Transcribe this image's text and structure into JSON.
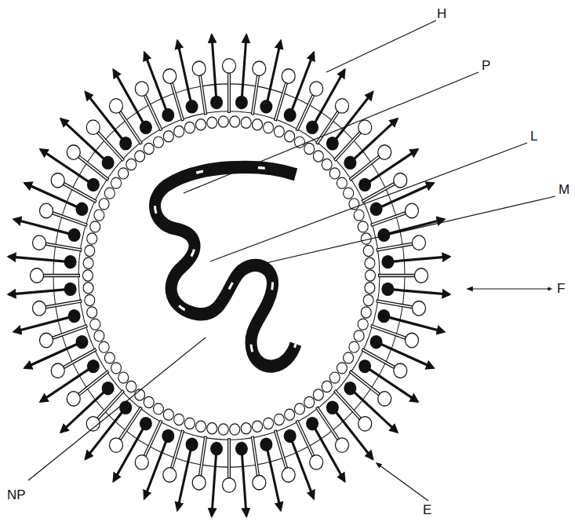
{
  "diagram": {
    "labels": [
      "H",
      "P",
      "L",
      "M",
      "F",
      "NP",
      "E"
    ]
  }
}
